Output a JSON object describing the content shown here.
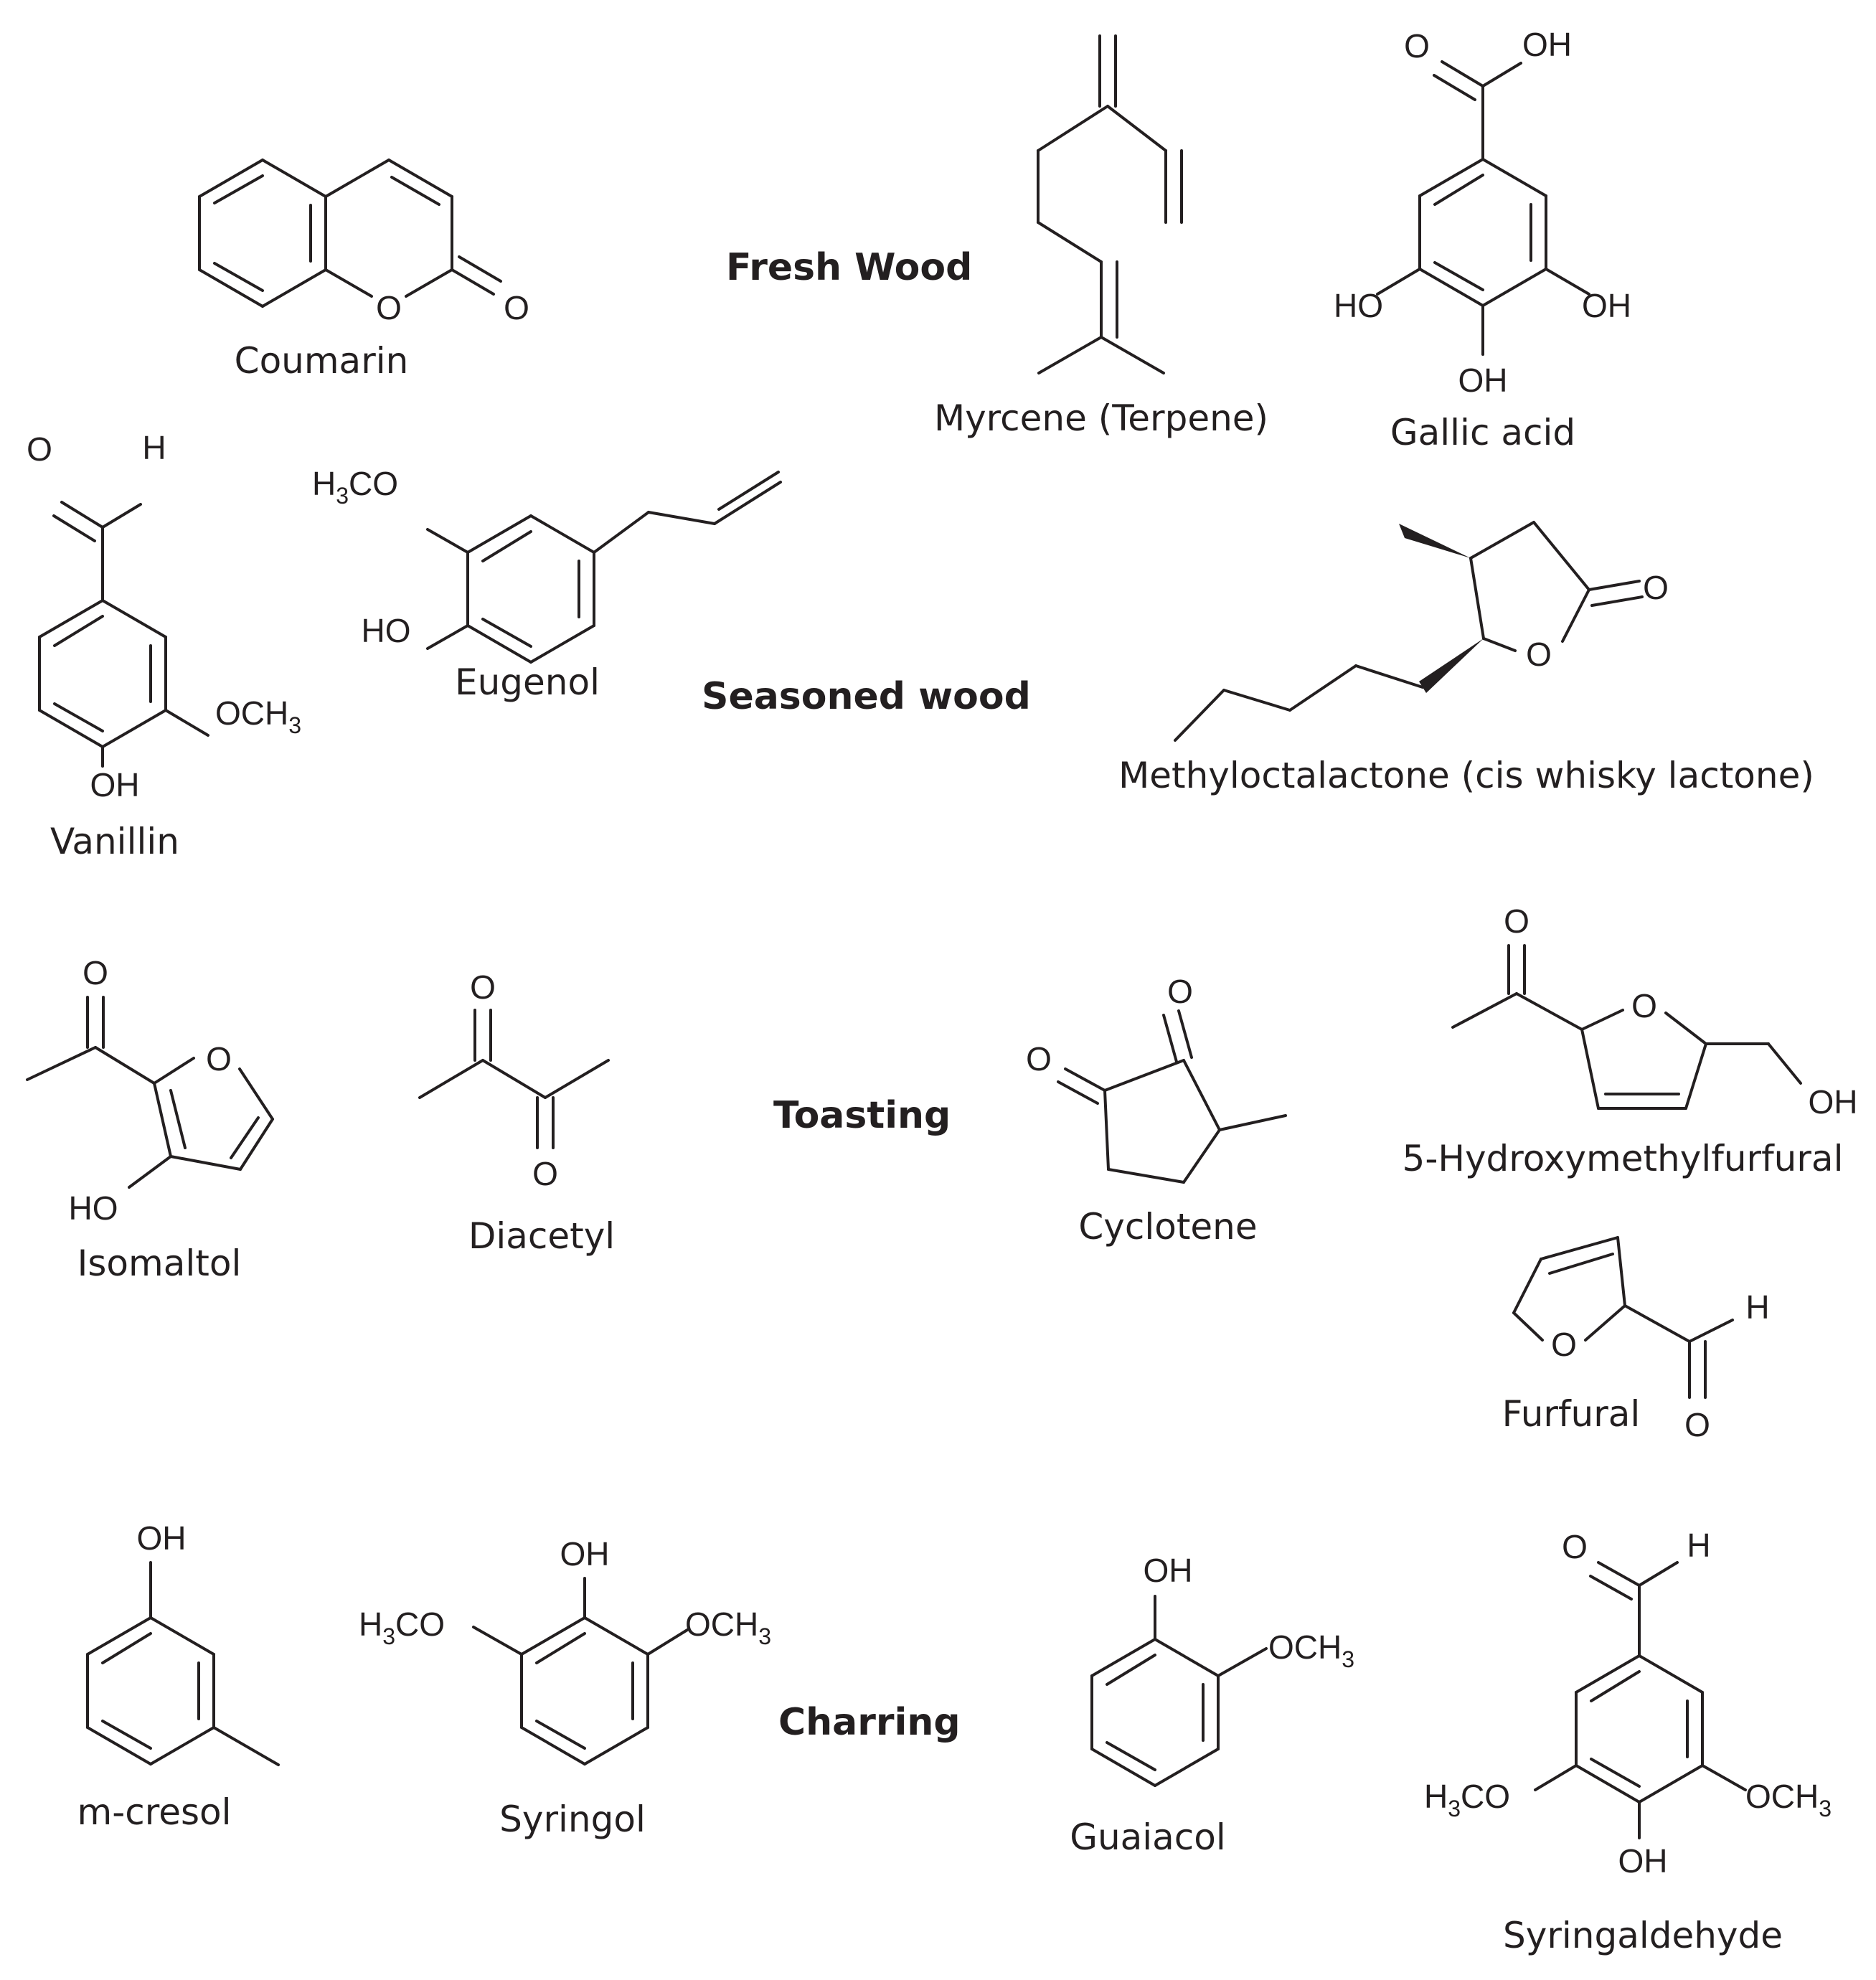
{
  "sections": {
    "fresh_wood": "Fresh Wood",
    "seasoned_wood": "Seasoned wood",
    "toasting": "Toasting",
    "charring": "Charring"
  },
  "compounds": {
    "coumarin": "Coumarin",
    "myrcene": "Myrcene (Terpene)",
    "gallic_acid": "Gallic acid",
    "vanillin": "Vanillin",
    "eugenol": "Eugenol",
    "methyloctalactone": "Methyloctalactone (cis whisky lactone)",
    "isomaltol": "Isomaltol",
    "diacetyl": "Diacetyl",
    "cyclotene": "Cyclotene",
    "hmf": "5-Hydroxymethylfurfural",
    "furfural": "Furfural",
    "m_cresol": "m-cresol",
    "syringol": "Syringol",
    "guaiacol": "Guaiacol",
    "syringaldehyde": "Syringaldehyde"
  },
  "atoms": {
    "O": "O",
    "H": "H",
    "OH": "OH",
    "HO": "HO",
    "CO": "CO",
    "OC": "OC",
    "H3": "3"
  }
}
